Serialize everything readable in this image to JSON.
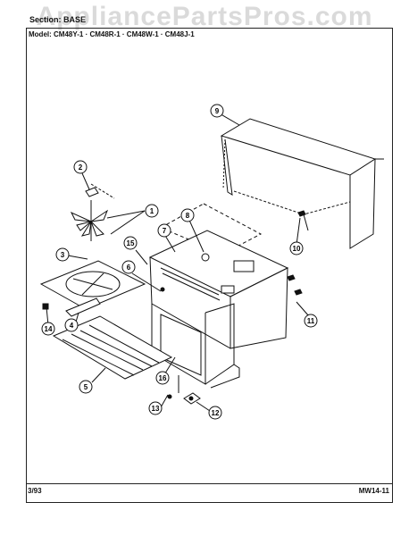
{
  "watermark": "AppliancePartsPros.com",
  "header": {
    "section": "Section: BASE",
    "models": "Model: CM48Y-1 · CM48R-1 · CM48W-1 · CM48J-1"
  },
  "footer": {
    "date": "3/93",
    "code": "MW14-11"
  },
  "callouts": [
    "1",
    "2",
    "3",
    "4",
    "5",
    "6",
    "7",
    "8",
    "9",
    "10",
    "11",
    "12",
    "13",
    "14",
    "15",
    "16"
  ]
}
